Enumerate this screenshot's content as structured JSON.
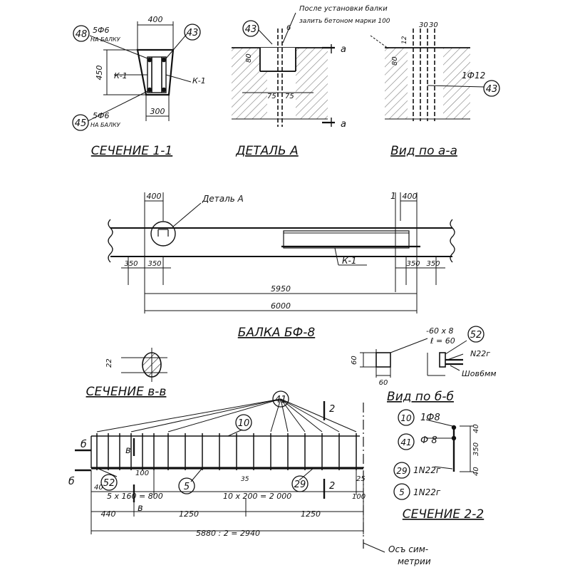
{
  "sections": {
    "section_1": {
      "title": "СЕЧЕНИЕ 1-1",
      "dim_top": "400",
      "dim_bottom": "300",
      "dim_height": "450",
      "label_48": "48",
      "label_43": "43",
      "label_45": "45",
      "rebar_top": "5Ф6",
      "rebar_top_note": "НА БАЛКУ",
      "rebar_bottom": "5Ф6",
      "rebar_bottom_note": "НА БАЛКУ",
      "cage_left": "К-1",
      "cage_right": "К-1"
    },
    "detail_a": {
      "title": "ДЕТАЛЬ А",
      "note_line1": "После установки балки",
      "note_line2": "залить бетоном марки 100",
      "label_43": "43",
      "dim_6": "6",
      "dim_80": "80",
      "dim_75a": "75",
      "dim_75b": "75",
      "mark_a_top": "а",
      "mark_a_bottom": "а"
    },
    "view_aa": {
      "title": "Вид по а-а",
      "dim_30a": "30",
      "dim_30b": "30",
      "dim_80": "80",
      "dim_12": "12",
      "bar": "1Ф12",
      "label_43": "43"
    },
    "beam": {
      "title": "БАЛКА БФ-8",
      "detail_label": "Деталь А",
      "dim_400_left": "400",
      "dim_400_right": "400",
      "section_mark": "1",
      "cage": "К-1",
      "dim_350_1": "350",
      "dim_350_2": "350",
      "dim_350_3": "350",
      "dim_350_4": "350",
      "dim_5950": "5950",
      "dim_6000": "6000"
    },
    "section_vv": {
      "title": "СЕЧЕНИЕ в-в",
      "dim_22": "22"
    },
    "view_bb": {
      "title": "Вид по б-б",
      "plate": "-60 х 8",
      "plate_len": "ℓ = 60",
      "label_52": "52",
      "dim_60a": "60",
      "dim_60b": "60",
      "profile": "N22г",
      "weld": "Шов6мм"
    },
    "cage_k1": {
      "label_41": "41",
      "label_10": "10",
      "label_52": "52",
      "label_5": "5",
      "label_29": "29",
      "mark_b_top": "б",
      "mark_b_bottom": "б",
      "mark_v_top": "в",
      "mark_v_bottom": "в",
      "mark_2_top": "2",
      "mark_2_bottom": "2",
      "dim_40": "40",
      "dim_100a": "100",
      "dim_5x160": "5 х 160 = 800",
      "dim_10x200": "10 х 200 = 2 000",
      "dim_35": "35",
      "dim_25": "25",
      "dim_100b": "100",
      "dim_440": "440",
      "dim_1250a": "1250",
      "dim_1250b": "1250",
      "dim_total": "5880 : 2 = 2940",
      "axis_note1": "Осъ сим-",
      "axis_note2": "метрии"
    },
    "section_22": {
      "title": "СЕЧЕНИЕ 2-2",
      "label_10": "10",
      "bar_10": "1Ф8",
      "label_41": "41",
      "bar_41": "Ф 8",
      "label_29": "29",
      "bar_29": "1N22г",
      "label_5": "5",
      "bar_5": "1N22г",
      "dim_40a": "40",
      "dim_350": "350",
      "dim_40b": "40"
    }
  }
}
